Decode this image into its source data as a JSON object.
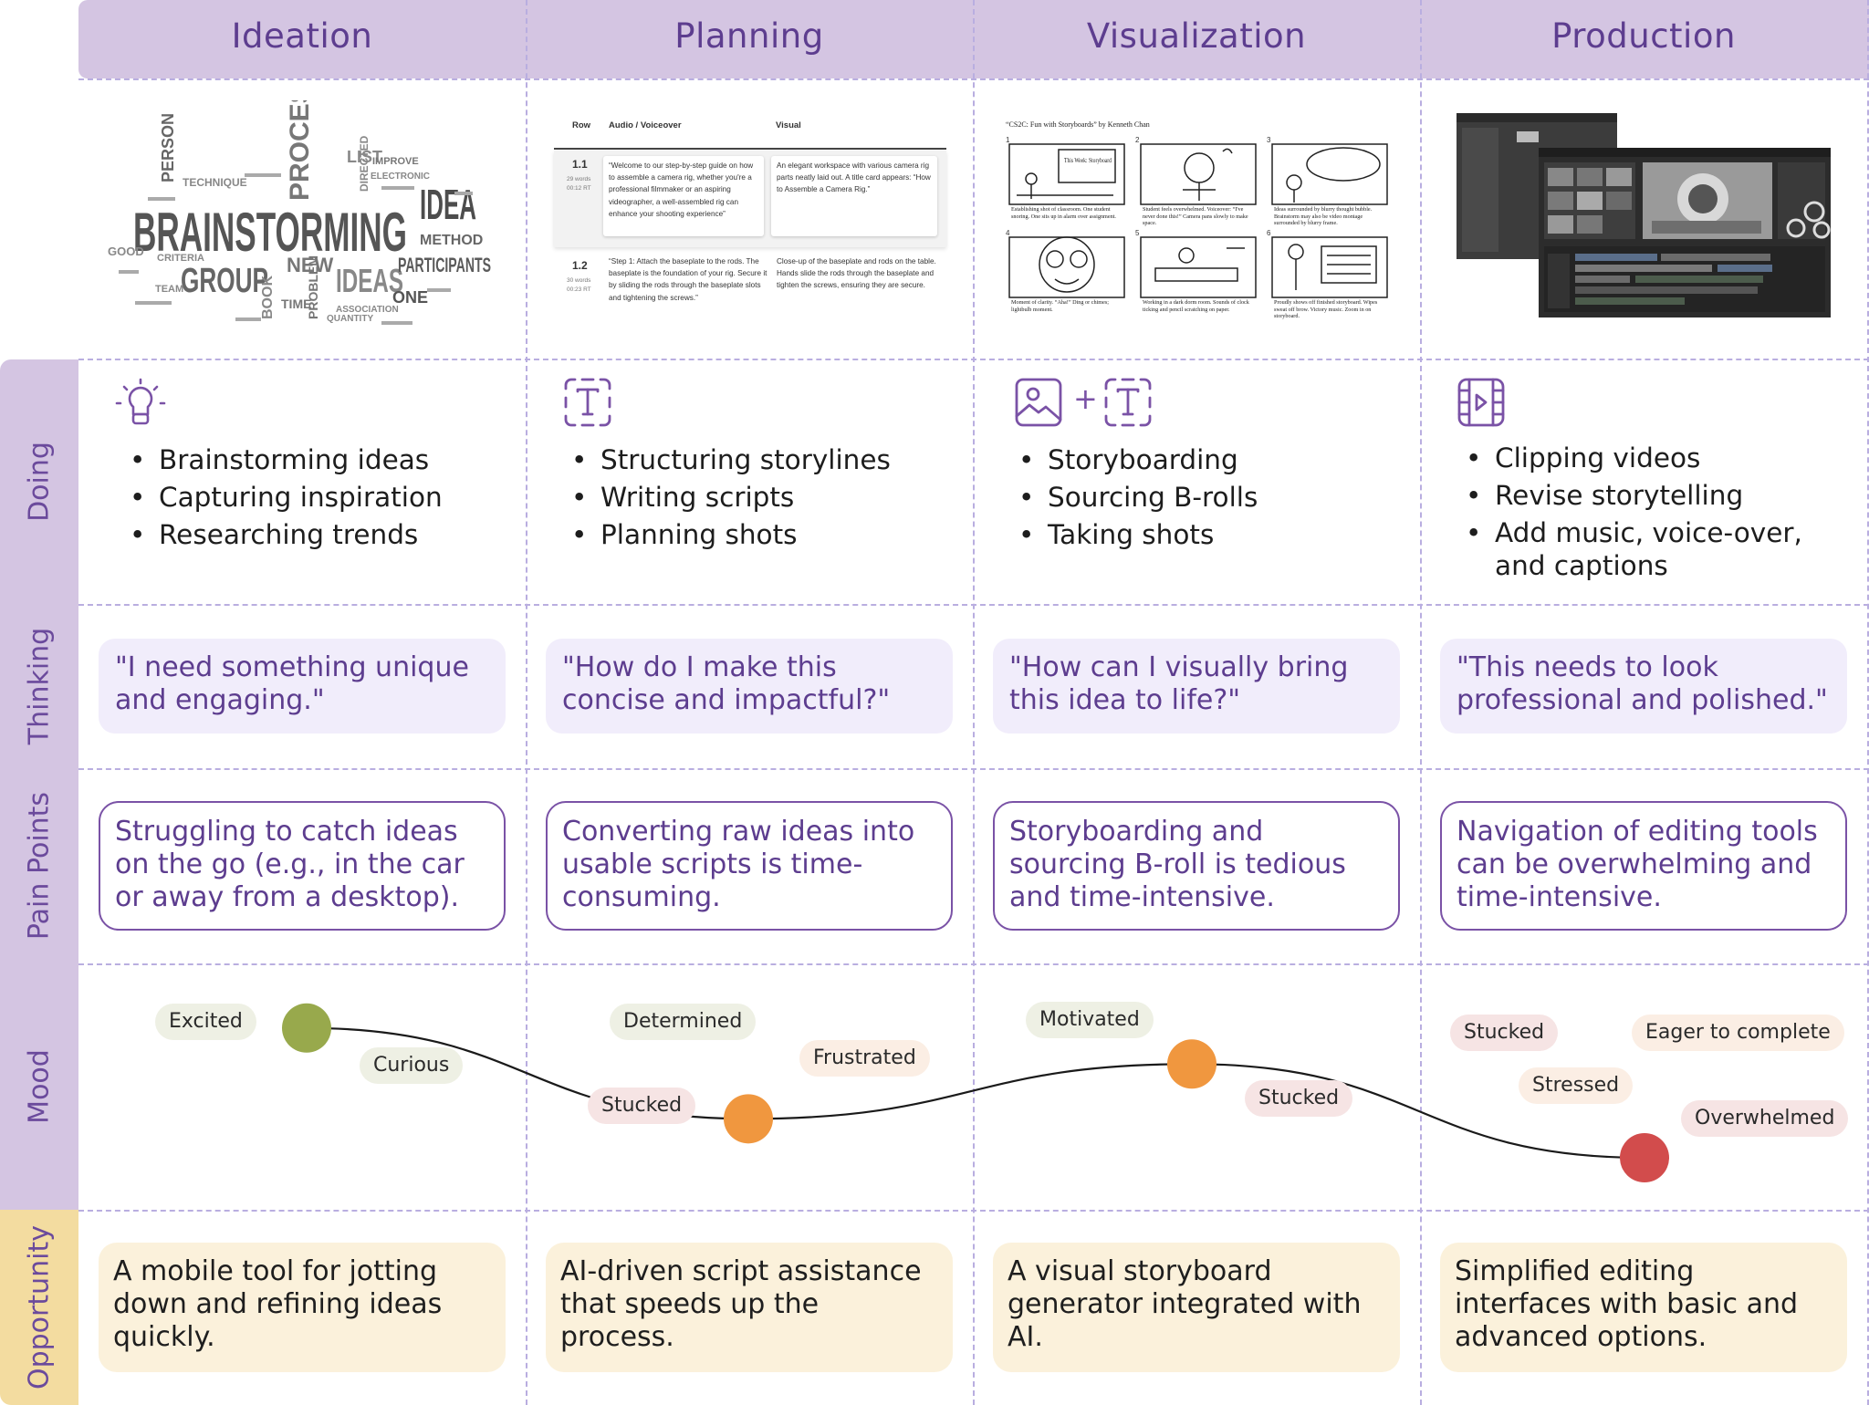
{
  "stages": [
    "Ideation",
    "Planning",
    "Visualization",
    "Production"
  ],
  "rows": [
    "Doing",
    "Thinking",
    "Pain Points",
    "Mood",
    "Opportunity"
  ],
  "images": {
    "ideation": {
      "words": [
        "BRAINSTORMING",
        "IDEA",
        "GROUP",
        "PROCESS",
        "IDEAS",
        "PARTICIPANTS",
        "PERSON",
        "LIST",
        "NEW",
        "TECHNIQUE",
        "PROBLEM",
        "METHOD",
        "ONE",
        "BOOK",
        "TIME",
        "TEAM",
        "DIRECTED",
        "CRITERIA",
        "ELECTRONIC",
        "IMPROVE",
        "GOOD",
        "QUANTITY",
        "ASSOCIATION"
      ]
    },
    "planning": {
      "headers": [
        "Row",
        "Audio / Voiceover",
        "Visual"
      ],
      "rows": [
        {
          "num": "1.1",
          "meta1": "29 words",
          "meta2": "00:12 RT",
          "audio": "“Welcome to our step-by-step guide on how to assemble a camera rig, whether you're a professional filmmaker or an aspiring videographer, a well-assembled rig can enhance your shooting experience”",
          "visual": "An elegant workspace with various camera rig parts neatly laid out. A title card appears: “How to Assemble a Camera Rig.”"
        },
        {
          "num": "1.2",
          "meta1": "30 words",
          "meta2": "00:23 RT",
          "audio": "“Step 1: Attach the baseplate to the rods. The baseplate is the foundation of your rig. Secure it by sliding the rods through the baseplate slots and tightening the screws.”",
          "visual": "Close-up of the baseplate and rods on the table. Hands slide the rods through the baseplate and tighten the screws, ensuring they are secure."
        }
      ]
    },
    "visualization": {
      "title": "“CS2C: Fun with Storyboards” by Kenneth Chan",
      "panel_text": "This Week: Storyboard",
      "captions": [
        "Establishing shot of classroom. One student snoring. One sits up in alarm over assignment.",
        "Student feels overwhelmed. Voiceover: “I've never done this!” Camera pans slowly to make space.",
        "Ideas surrounded by blurry thought bubble. Brainstorm may also be video montage surrounded by blurry frame.",
        "Moment of clarity. “Aha!” Ding or chimes; lightbulb moment.",
        "Working in a dark dorm room. Sounds of clock ticking and pencil scratching on paper.",
        "Proudly shows off finished storyboard. Wipes sweat off brow. Victory music. Zoom in on storyboard."
      ]
    }
  },
  "doing": [
    {
      "items": [
        "Brainstorming ideas",
        "Capturing inspiration",
        "Researching trends"
      ]
    },
    {
      "items": [
        "Structuring storylines",
        "Writing scripts",
        "Planning shots"
      ]
    },
    {
      "items": [
        "Storyboarding",
        "Sourcing B-rolls",
        "Taking shots"
      ]
    },
    {
      "items": [
        "Clipping videos",
        "Revise storytelling",
        "Add music, voice-over, and captions"
      ]
    }
  ],
  "icons": [
    "lightbulb-icon",
    "text-icon",
    "image-plus-text-icon",
    "video-film-icon"
  ],
  "icon_plus": "+",
  "thinking": [
    "\"I need something unique and engaging.\"",
    "\"How do I make this concise and impactful?\"",
    "\"How can I visually bring this idea to life?\"",
    "\"This needs to look professional and polished.\""
  ],
  "pain_points": [
    "Struggling to catch ideas on the go (e.g., in the car or away from a desktop).",
    "Converting raw ideas into usable scripts is time-consuming.",
    "Storyboarding and sourcing B-roll is tedious and time-intensive.",
    "Navigation of editing tools can be overwhelming and time-intensive."
  ],
  "mood": {
    "levels": [
      0.9,
      0.27,
      0.65,
      0.0
    ],
    "colors": [
      "#98a94c",
      "#f0973f",
      "#f0973f",
      "#d24c4c"
    ],
    "labels": [
      {
        "text": "Excited",
        "tone": "positive"
      },
      {
        "text": "Curious",
        "tone": "positive"
      },
      {
        "text": "Determined",
        "tone": "positive"
      },
      {
        "text": "Frustrated",
        "tone": "mixed"
      },
      {
        "text": "Stucked",
        "tone": "negative"
      },
      {
        "text": "Motivated",
        "tone": "positive"
      },
      {
        "text": "Stucked",
        "tone": "negative"
      },
      {
        "text": "Stucked",
        "tone": "negative"
      },
      {
        "text": "Eager to complete",
        "tone": "mixed"
      },
      {
        "text": "Stressed",
        "tone": "mixed"
      },
      {
        "text": "Overwhelmed",
        "tone": "negative"
      }
    ]
  },
  "opportunity": [
    "A mobile tool for jotting down and refining ideas quickly.",
    "AI-driven script assistance that speeds up the process.",
    "A visual storyboard generator integrated with AI.",
    "Simplified editing interfaces with basic and advanced options."
  ],
  "colors": {
    "header": "#d4c5e2",
    "accent": "#5d3d8f",
    "doing_label": "#d4c5e2",
    "opportunity_label": "#f3dca0",
    "thinking_bg": "#f1edfb",
    "opportunity_bg": "#fbf1db"
  }
}
